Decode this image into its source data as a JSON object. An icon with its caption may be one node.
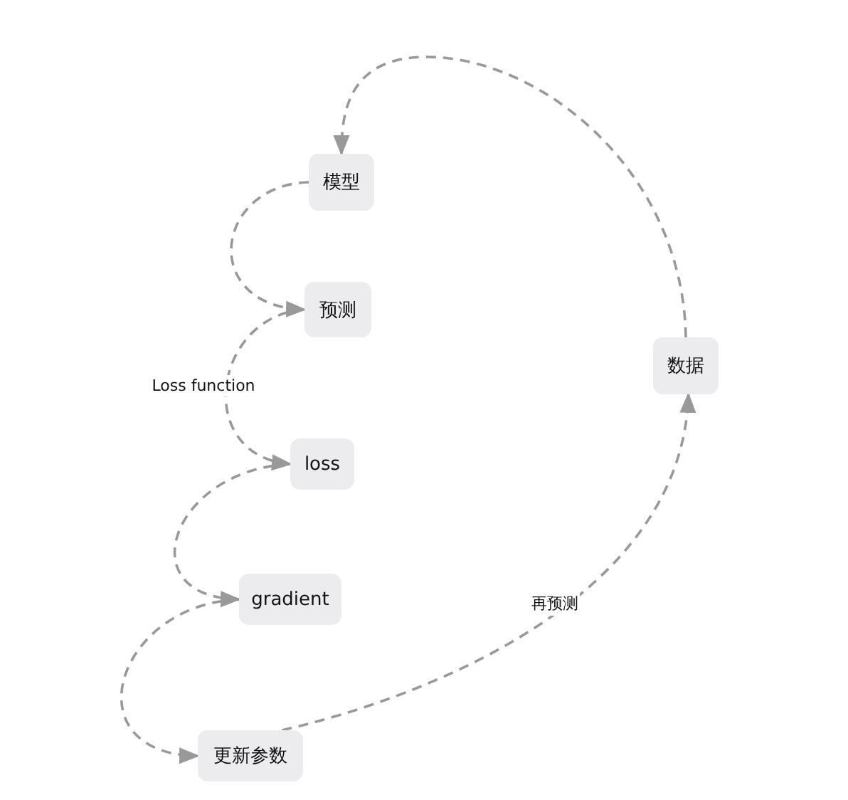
{
  "diagram": {
    "nodes": [
      {
        "text": [
          "模型"
        ]
      },
      {
        "text": [
          "预测"
        ]
      },
      {
        "text": [
          "loss"
        ]
      },
      {
        "text": [
          "gradient"
        ]
      },
      {
        "text": [
          "更新参数"
        ]
      },
      {
        "text": [
          "数据"
        ]
      }
    ],
    "edges": [
      {
        "from": 0,
        "to": 1,
        "arrow": "to",
        "style": "dashed"
      },
      {
        "from": 1,
        "to": 2,
        "arrow": "to",
        "style": "dashed",
        "label": "Loss function"
      },
      {
        "from": 2,
        "to": 3,
        "arrow": "to",
        "style": "dashed"
      },
      {
        "from": 3,
        "to": 4,
        "arrow": "to",
        "style": "dashed"
      },
      {
        "from": 4,
        "to": 5,
        "arrow": "to",
        "style": "dashed",
        "label": "再预测"
      },
      {
        "from": 5,
        "to": 0,
        "arrow": "to",
        "style": "dashed"
      }
    ]
  }
}
